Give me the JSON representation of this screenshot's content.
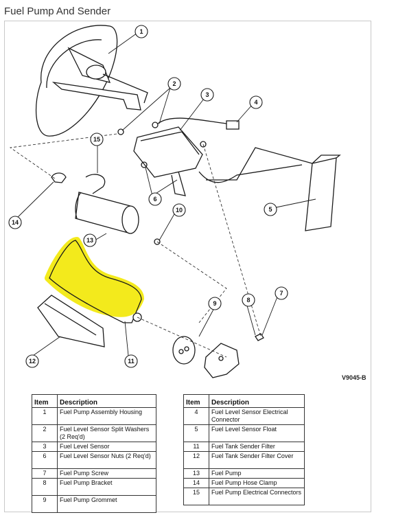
{
  "page": {
    "title": "Fuel Pump And Sender"
  },
  "figure": {
    "code": "V9045-B",
    "callouts": [
      "1",
      "2",
      "3",
      "4",
      "5",
      "6",
      "7",
      "8",
      "9",
      "10",
      "11",
      "12",
      "13",
      "14",
      "15"
    ]
  },
  "legend": {
    "headers": {
      "item": "Item",
      "description": "Description"
    },
    "left": [
      {
        "item": "1",
        "description": "Fuel Pump Assembly Housing"
      },
      {
        "item": "2",
        "description": "Fuel Level Sensor Split Washers (2 Req'd)"
      },
      {
        "item": "3",
        "description": "Fuel Level Sensor"
      },
      {
        "item": "6",
        "description": "Fuel Level Sensor Nuts (2 Req'd)"
      },
      {
        "item": "7",
        "description": "Fuel Pump Screw"
      },
      {
        "item": "8",
        "description": "Fuel Pump Bracket"
      },
      {
        "item": "9",
        "description": "Fuel Pump Grommet"
      }
    ],
    "right": [
      {
        "item": "4",
        "description": "Fuel Level Sensor Electrical Connector"
      },
      {
        "item": "5",
        "description": "Fuel Level Sensor Float"
      },
      {
        "item": "11",
        "description": "Fuel Tank Sender Filter"
      },
      {
        "item": "12",
        "description": "Fuel Tank Sender Filter Cover"
      },
      {
        "item": "13",
        "description": "Fuel Pump"
      },
      {
        "item": "14",
        "description": "Fuel Pump Hose Clamp"
      },
      {
        "item": "15",
        "description": "Fuel Pump Electrical Connectors"
      }
    ]
  },
  "colors": {
    "highlight": "#f3ea1c",
    "line": "#1a1a1a"
  }
}
